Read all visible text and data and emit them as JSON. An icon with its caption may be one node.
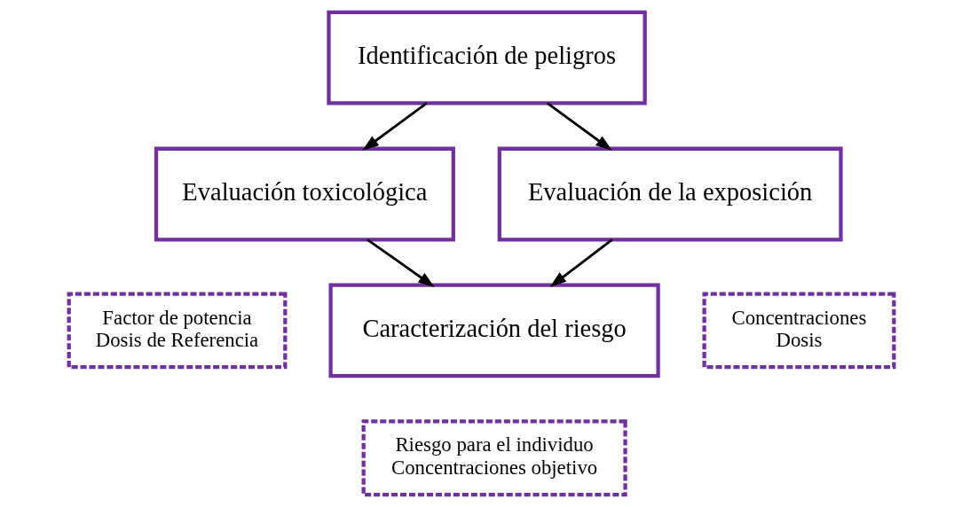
{
  "diagram": {
    "nodes": [
      {
        "text": [
          "Identificación de peligros"
        ]
      },
      {
        "text": [
          "Evaluación toxicológica"
        ]
      },
      {
        "text": [
          "Evaluación de la exposición"
        ]
      },
      {
        "text": [
          "Caracterización del riesgo"
        ]
      },
      {
        "text": [
          "Factor de potencia",
          "Dosis de Referencia"
        ]
      },
      {
        "text": [
          "Concentraciones",
          "Dosis"
        ]
      },
      {
        "text": [
          "Riesgo para el individuo",
          "Concentraciones objetivo"
        ]
      }
    ],
    "edges": [
      {
        "from": 0,
        "to": 1,
        "arrow": "to"
      },
      {
        "from": 0,
        "to": 2,
        "arrow": "to"
      },
      {
        "from": 1,
        "to": 3,
        "arrow": "to"
      },
      {
        "from": 2,
        "to": 3,
        "arrow": "to"
      }
    ]
  }
}
